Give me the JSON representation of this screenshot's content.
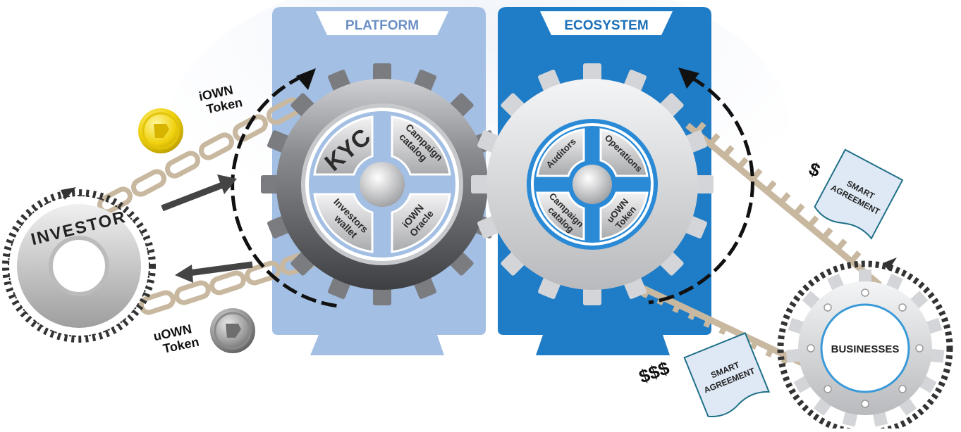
{
  "platform": {
    "title": "PLATFORM",
    "segments": [
      "KYC",
      "Campaign",
      "catalog",
      "Investors",
      "wallet",
      "iOWN",
      "Oracle"
    ]
  },
  "ecosystem": {
    "title": "ECOSYSTEM",
    "segments": [
      "Auditors",
      "Operations",
      "Campaign",
      "catalog",
      "uOWN",
      "Token"
    ]
  },
  "investor": {
    "label": "INVESTOR"
  },
  "businesses": {
    "label": "BUSINESSES"
  },
  "tokens": {
    "iown": [
      "iOWN",
      "Token"
    ],
    "uown": [
      "uOWN",
      "Token"
    ]
  },
  "smart_agreements": [
    {
      "line1": "SMART",
      "line2": "AGREEMENT",
      "currency": "$"
    },
    {
      "line1": "SMART",
      "line2": "AGREEMENT",
      "currency": "$$$"
    }
  ],
  "colors": {
    "platform_panel": "#a3bfe4",
    "ecosystem_panel": "#1f7cc6",
    "tab_text": "#1a6fb8",
    "chain": "#c9b8a0",
    "dark_gear": "#5e5f62",
    "light_gear": "#d9dadc",
    "hub_ring": "#2a8ad6"
  },
  "icons": [
    "rotation-arrow-icon",
    "chain-icon",
    "coin-icon",
    "dollar-icon",
    "document-icon"
  ]
}
